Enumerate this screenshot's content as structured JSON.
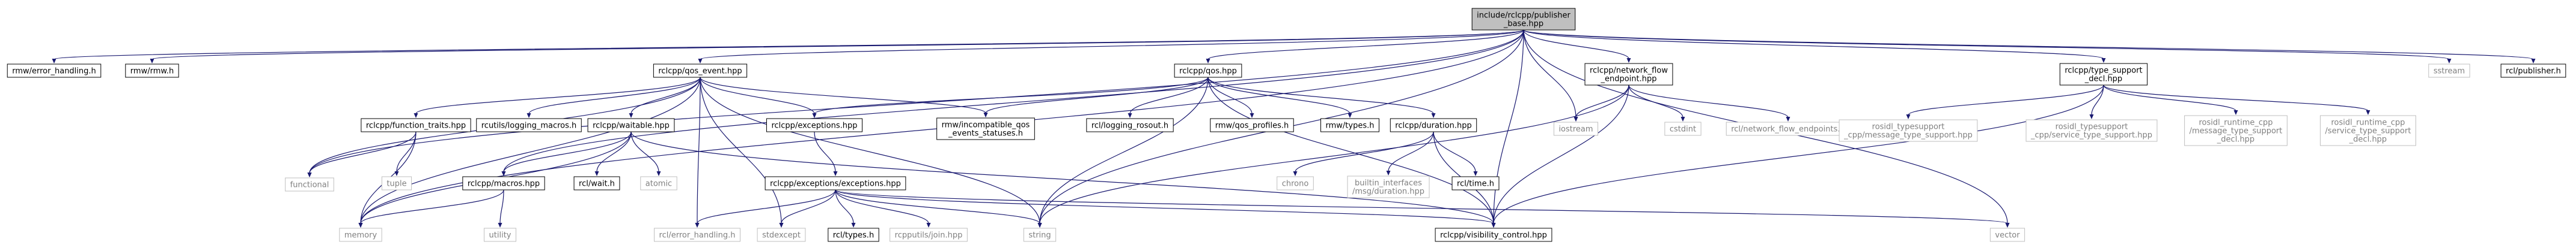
{
  "graph": {
    "nodes": [
      {
        "id": "publisher_base",
        "lines": [
          "include/rclcpp/publisher",
          "_base.hpp"
        ],
        "kind": "root"
      },
      {
        "id": "rmw_error_handling",
        "lines": [
          "rmw/error_handling.h"
        ],
        "kind": "doc"
      },
      {
        "id": "rmw_rmw",
        "lines": [
          "rmw/rmw.h"
        ],
        "kind": "doc"
      },
      {
        "id": "qos_event",
        "lines": [
          "rclcpp/qos_event.hpp"
        ],
        "kind": "doc"
      },
      {
        "id": "qos",
        "lines": [
          "rclcpp/qos.hpp"
        ],
        "kind": "doc"
      },
      {
        "id": "network_flow",
        "lines": [
          "rclcpp/network_flow",
          "_endpoint.hpp"
        ],
        "kind": "doc"
      },
      {
        "id": "type_support",
        "lines": [
          "rclcpp/type_support",
          "_decl.hpp"
        ],
        "kind": "doc"
      },
      {
        "id": "sstream",
        "lines": [
          "sstream"
        ],
        "kind": "ext"
      },
      {
        "id": "rcl_publisher",
        "lines": [
          "rcl/publisher.h"
        ],
        "kind": "doc"
      },
      {
        "id": "function_traits",
        "lines": [
          "rclcpp/function_traits.hpp"
        ],
        "kind": "doc"
      },
      {
        "id": "logging_macros",
        "lines": [
          "rcutils/logging_macros.h"
        ],
        "kind": "doc"
      },
      {
        "id": "waitable",
        "lines": [
          "rclcpp/waitable.hpp"
        ],
        "kind": "doc"
      },
      {
        "id": "exceptions",
        "lines": [
          "rclcpp/exceptions.hpp"
        ],
        "kind": "doc"
      },
      {
        "id": "incompatible_qos",
        "lines": [
          "rmw/incompatible_qos",
          "_events_statuses.h"
        ],
        "kind": "doc"
      },
      {
        "id": "logging_rosout",
        "lines": [
          "rcl/logging_rosout.h"
        ],
        "kind": "doc"
      },
      {
        "id": "qos_profiles",
        "lines": [
          "rmw/qos_profiles.h"
        ],
        "kind": "doc"
      },
      {
        "id": "rmw_types",
        "lines": [
          "rmw/types.h"
        ],
        "kind": "doc"
      },
      {
        "id": "duration",
        "lines": [
          "rclcpp/duration.hpp"
        ],
        "kind": "doc"
      },
      {
        "id": "iostream",
        "lines": [
          "iostream"
        ],
        "kind": "ext"
      },
      {
        "id": "cstdint",
        "lines": [
          "cstdint"
        ],
        "kind": "ext"
      },
      {
        "id": "network_flow_endpoints",
        "lines": [
          "rcl/network_flow_endpoints.h"
        ],
        "kind": "ext"
      },
      {
        "id": "msg_type_support",
        "lines": [
          "rosidl_typesupport",
          "_cpp/message_type_support.hpp"
        ],
        "kind": "ext"
      },
      {
        "id": "srv_type_support",
        "lines": [
          "rosidl_typesupport",
          "_cpp/service_type_support.hpp"
        ],
        "kind": "ext"
      },
      {
        "id": "rt_msg_type_support",
        "lines": [
          "rosidl_runtime_cpp",
          "/message_type_support",
          "_decl.hpp"
        ],
        "kind": "ext"
      },
      {
        "id": "rt_srv_type_support",
        "lines": [
          "rosidl_runtime_cpp",
          "/service_type_support",
          "_decl.hpp"
        ],
        "kind": "ext"
      },
      {
        "id": "functional",
        "lines": [
          "functional"
        ],
        "kind": "ext"
      },
      {
        "id": "tuple",
        "lines": [
          "tuple"
        ],
        "kind": "ext"
      },
      {
        "id": "macros",
        "lines": [
          "rclcpp/macros.hpp"
        ],
        "kind": "doc"
      },
      {
        "id": "rcl_wait",
        "lines": [
          "rcl/wait.h"
        ],
        "kind": "doc"
      },
      {
        "id": "atomic",
        "lines": [
          "atomic"
        ],
        "kind": "ext"
      },
      {
        "id": "exceptions_exceptions",
        "lines": [
          "rclcpp/exceptions/exceptions.hpp"
        ],
        "kind": "doc"
      },
      {
        "id": "chrono",
        "lines": [
          "chrono"
        ],
        "kind": "ext"
      },
      {
        "id": "builtin_duration",
        "lines": [
          "builtin_interfaces",
          "/msg/duration.hpp"
        ],
        "kind": "ext"
      },
      {
        "id": "rcl_time",
        "lines": [
          "rcl/time.h"
        ],
        "kind": "doc"
      },
      {
        "id": "memory",
        "lines": [
          "memory"
        ],
        "kind": "ext"
      },
      {
        "id": "utility",
        "lines": [
          "utility"
        ],
        "kind": "ext"
      },
      {
        "id": "rcl_error_handling",
        "lines": [
          "rcl/error_handling.h"
        ],
        "kind": "ext"
      },
      {
        "id": "stdexcept",
        "lines": [
          "stdexcept"
        ],
        "kind": "ext"
      },
      {
        "id": "rcl_types",
        "lines": [
          "rcl/types.h"
        ],
        "kind": "doc"
      },
      {
        "id": "rcpputils_join",
        "lines": [
          "rcpputils/join.hpp"
        ],
        "kind": "ext"
      },
      {
        "id": "string",
        "lines": [
          "string"
        ],
        "kind": "ext"
      },
      {
        "id": "visibility_control",
        "lines": [
          "rclcpp/visibility_control.hpp"
        ],
        "kind": "doc"
      },
      {
        "id": "vector",
        "lines": [
          "vector"
        ],
        "kind": "ext"
      }
    ],
    "edges": [
      [
        "publisher_base",
        "rmw_error_handling"
      ],
      [
        "publisher_base",
        "rmw_rmw"
      ],
      [
        "publisher_base",
        "qos_event"
      ],
      [
        "publisher_base",
        "qos"
      ],
      [
        "publisher_base",
        "network_flow"
      ],
      [
        "publisher_base",
        "type_support"
      ],
      [
        "publisher_base",
        "sstream"
      ],
      [
        "publisher_base",
        "rcl_publisher"
      ],
      [
        "publisher_base",
        "functional"
      ],
      [
        "publisher_base",
        "macros"
      ],
      [
        "publisher_base",
        "memory"
      ],
      [
        "publisher_base",
        "iostream"
      ],
      [
        "publisher_base",
        "string"
      ],
      [
        "publisher_base",
        "vector"
      ],
      [
        "publisher_base",
        "visibility_control"
      ],
      [
        "qos_event",
        "function_traits"
      ],
      [
        "qos_event",
        "logging_macros"
      ],
      [
        "qos_event",
        "waitable"
      ],
      [
        "qos_event",
        "exceptions"
      ],
      [
        "qos_event",
        "incompatible_qos"
      ],
      [
        "qos_event",
        "functional"
      ],
      [
        "qos_event",
        "memory"
      ],
      [
        "qos_event",
        "string"
      ],
      [
        "qos_event",
        "stdexcept"
      ],
      [
        "qos_event",
        "rcl_error_handling"
      ],
      [
        "qos",
        "exceptions"
      ],
      [
        "qos",
        "incompatible_qos"
      ],
      [
        "qos",
        "logging_rosout"
      ],
      [
        "qos",
        "qos_profiles"
      ],
      [
        "qos",
        "rmw_types"
      ],
      [
        "qos",
        "duration"
      ],
      [
        "qos",
        "string"
      ],
      [
        "qos",
        "visibility_control"
      ],
      [
        "network_flow",
        "iostream"
      ],
      [
        "network_flow",
        "cstdint"
      ],
      [
        "network_flow",
        "network_flow_endpoints"
      ],
      [
        "network_flow",
        "string"
      ],
      [
        "network_flow",
        "visibility_control"
      ],
      [
        "type_support",
        "msg_type_support"
      ],
      [
        "type_support",
        "srv_type_support"
      ],
      [
        "type_support",
        "rt_msg_type_support"
      ],
      [
        "type_support",
        "rt_srv_type_support"
      ],
      [
        "type_support",
        "visibility_control"
      ],
      [
        "function_traits",
        "functional"
      ],
      [
        "function_traits",
        "tuple"
      ],
      [
        "function_traits",
        "memory"
      ],
      [
        "waitable",
        "macros"
      ],
      [
        "waitable",
        "rcl_wait"
      ],
      [
        "waitable",
        "atomic"
      ],
      [
        "waitable",
        "memory"
      ],
      [
        "waitable",
        "visibility_control"
      ],
      [
        "exceptions",
        "exceptions_exceptions"
      ],
      [
        "duration",
        "chrono"
      ],
      [
        "duration",
        "builtin_duration"
      ],
      [
        "duration",
        "rcl_time"
      ],
      [
        "duration",
        "visibility_control"
      ],
      [
        "macros",
        "memory"
      ],
      [
        "macros",
        "utility"
      ],
      [
        "exceptions_exceptions",
        "rcl_error_handling"
      ],
      [
        "exceptions_exceptions",
        "stdexcept"
      ],
      [
        "exceptions_exceptions",
        "rcl_types"
      ],
      [
        "exceptions_exceptions",
        "rcpputils_join"
      ],
      [
        "exceptions_exceptions",
        "string"
      ],
      [
        "exceptions_exceptions",
        "visibility_control"
      ],
      [
        "exceptions_exceptions",
        "vector"
      ]
    ]
  },
  "colors": {
    "edge": "#191970",
    "node_border": "#000000",
    "external_border": "#bfbfbf",
    "external_text": "#808080",
    "root_fill": "#bfbfbf",
    "background": "#ffffff"
  }
}
